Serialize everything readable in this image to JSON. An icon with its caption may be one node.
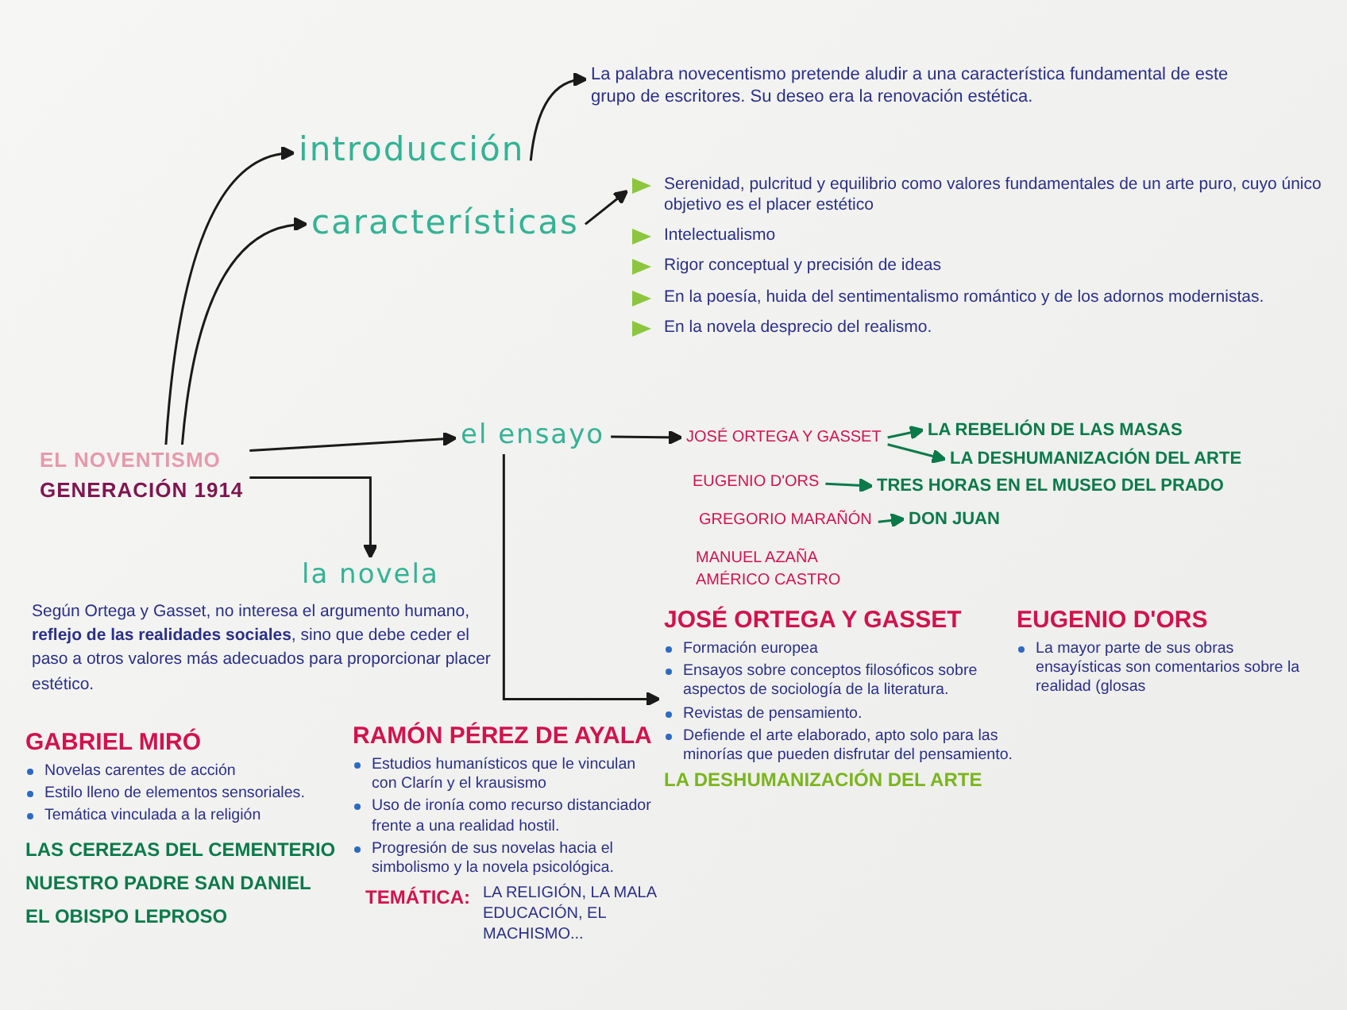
{
  "diagram": {
    "nodes": [
      {
        "text": [
          "EL NOVENTISMO",
          "GENERACIÓN 1914"
        ]
      },
      {
        "text": [
          "introducción"
        ]
      },
      {
        "text": [
          "La palabra novecentismo pretende aludir a una característica fundamental de este grupo de escritores. Su deseo era la renovación estética."
        ]
      },
      {
        "text": [
          "características"
        ]
      },
      {
        "text": [
          "Serenidad, pulcritud y equilibrio como valores fundamentales de un arte puro, cuyo único objetivo es el placer estético",
          "Intelectualismo",
          "Rigor conceptual y precisión de ideas",
          "En la poesía, huida del sentimentalismo romántico y de los adornos modernistas.",
          "En la novela desprecio del realismo."
        ]
      },
      {
        "text": [
          "el ensayo"
        ]
      },
      {
        "text": [
          "JOSÉ ORTEGA Y GASSET"
        ]
      },
      {
        "text": [
          "LA REBELIÓN DE LAS MASAS"
        ]
      },
      {
        "text": [
          "LA DESHUMANIZACIÓN DEL ARTE"
        ]
      },
      {
        "text": [
          "EUGENIO D'ORS"
        ]
      },
      {
        "text": [
          "TRES HORAS EN EL MUSEO DEL PRADO"
        ]
      },
      {
        "text": [
          "GREGORIO MARAÑÓN"
        ]
      },
      {
        "text": [
          "DON JUAN"
        ]
      },
      {
        "text": [
          "MANUEL AZAÑA"
        ]
      },
      {
        "text": [
          "AMÉRICO CASTRO"
        ]
      },
      {
        "text": [
          "JOSÉ ORTEGA Y GASSET",
          "Formación europea",
          "Ensayos sobre conceptos filosóficos sobre aspectos de sociología de la literatura.",
          "Revistas de pensamiento.",
          "Defiende el arte elaborado, apto solo para las minorías que pueden disfrutar del pensamiento.",
          "LA DESHUMANIZACIÓN DEL ARTE"
        ]
      },
      {
        "text": [
          "la novela"
        ]
      },
      {
        "text": [
          "Según Ortega y Gasset, no interesa el argumento humano, **reflejo de las realidades sociales**, sino que debe ceder el paso a otros valores más adecuados para proporcionar placer estético."
        ]
      },
      {
        "text": [
          "EUGENIO D'ORS",
          "La mayor parte de sus obras ensayísticas son comentarios sobre la realidad (glosas"
        ]
      },
      {
        "text": [
          "GABRIEL MIRÓ",
          "Novelas carentes de acción",
          "Estilo lleno de elementos sensoriales.",
          "Temática vinculada a la religión",
          "LAS CEREZAS DEL CEMENTERIO",
          "NUESTRO PADRE SAN DANIEL",
          "EL OBISPO LEPROSO"
        ]
      },
      {
        "text": [
          "RAMÓN PÉREZ DE AYALA",
          "Estudios humanísticos que le vinculan con Clarín y el krausismo",
          "Uso de ironía como recurso distanciador frente a una realidad hostil.",
          "Progresión de sus novelas hacia el simbolismo y la novela psicológica.",
          "TEMÁTICA:",
          "LA RELIGIÓN, LA MALA EDUCACIÓN, EL MACHISMO..."
        ]
      }
    ],
    "edges": [
      {
        "from": 0,
        "to": 1,
        "arrow": "to"
      },
      {
        "from": 0,
        "to": 3,
        "arrow": "to"
      },
      {
        "from": 1,
        "to": 2,
        "arrow": "to"
      },
      {
        "from": 3,
        "to": 4,
        "arrow": "to"
      },
      {
        "from": 0,
        "to": 5,
        "arrow": "to"
      },
      {
        "from": 0,
        "to": 16,
        "arrow": "to"
      },
      {
        "from": 5,
        "to": 6,
        "arrow": "to"
      },
      {
        "from": 5,
        "to": 15,
        "arrow": "to"
      },
      {
        "from": 6,
        "to": 7,
        "arrow": "to",
        "color": "#0a7a4a"
      },
      {
        "from": 6,
        "to": 8,
        "arrow": "to",
        "color": "#0a7a4a"
      },
      {
        "from": 9,
        "to": 10,
        "arrow": "to",
        "color": "#0a7a4a"
      },
      {
        "from": 11,
        "to": 12,
        "arrow": "to",
        "color": "#0a7a4a"
      }
    ]
  }
}
